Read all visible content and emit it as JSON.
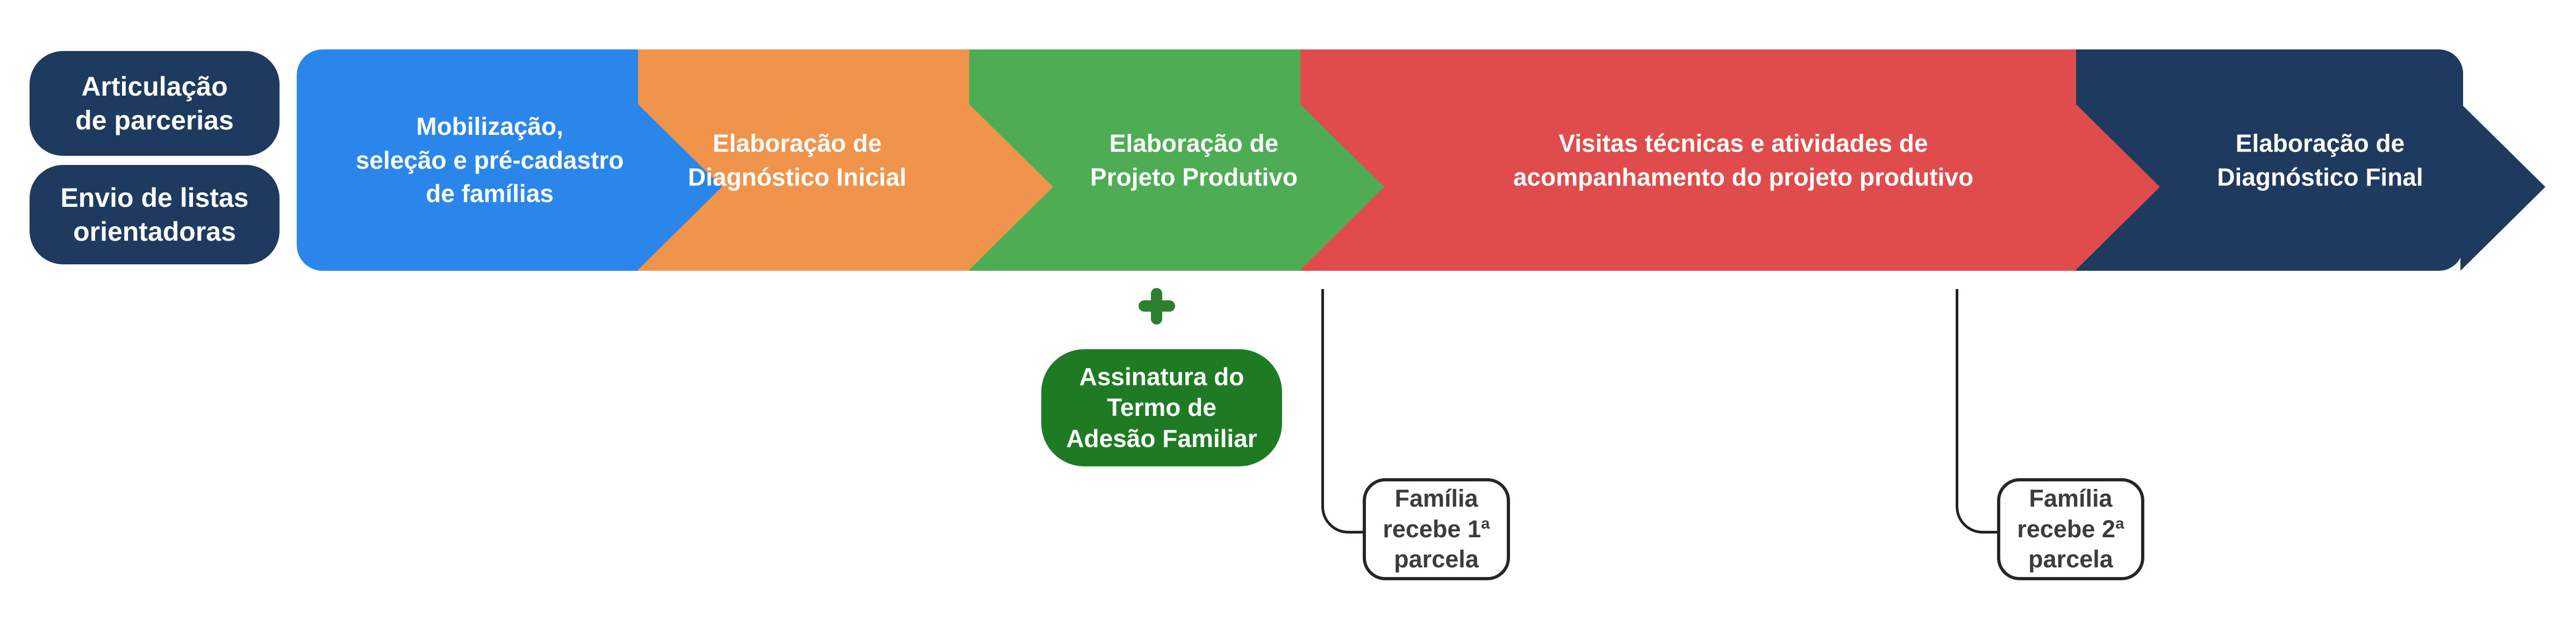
{
  "pre_steps": [
    {
      "label": "Articulação\nde parcerias"
    },
    {
      "label": "Envio de listas\norientadoras"
    }
  ],
  "stages": [
    {
      "id": "mobilizacao",
      "label": "Mobilização,\nseleção e pré-cadastro\nde famílias",
      "color": "#2A86EA"
    },
    {
      "id": "diagnostico-inicial",
      "label": "Elaboração de\nDiagnóstico Inicial",
      "color": "#F0944C"
    },
    {
      "id": "projeto-produtivo",
      "label": "Elaboração de\nProjeto Produtivo",
      "color": "#4EAC55"
    },
    {
      "id": "visitas-tecnicas",
      "label": "Visitas técnicas e atividades de\nacompanhamento do projeto produtivo",
      "color": "#E04B4B"
    },
    {
      "id": "diagnostico-final",
      "label": "Elaboração de\nDiagnóstico Final",
      "color": "#1E3A5E"
    }
  ],
  "adhesion": {
    "plus_icon": "+",
    "plus_color": "#2C7F2E",
    "label": "Assinatura do\nTermo de\nAdesão Familiar",
    "color": "#1E7B24"
  },
  "payouts": [
    {
      "label": "Família\nrecebe 1ª\nparcela"
    },
    {
      "label": "Família\nrecebe 2ª\nparcela"
    }
  ],
  "colors": {
    "navy": "#1E3A5E",
    "connector": "#222222",
    "callout_border": "#262626",
    "callout_text": "#3C3C3C",
    "background": "#FFFFFF"
  }
}
